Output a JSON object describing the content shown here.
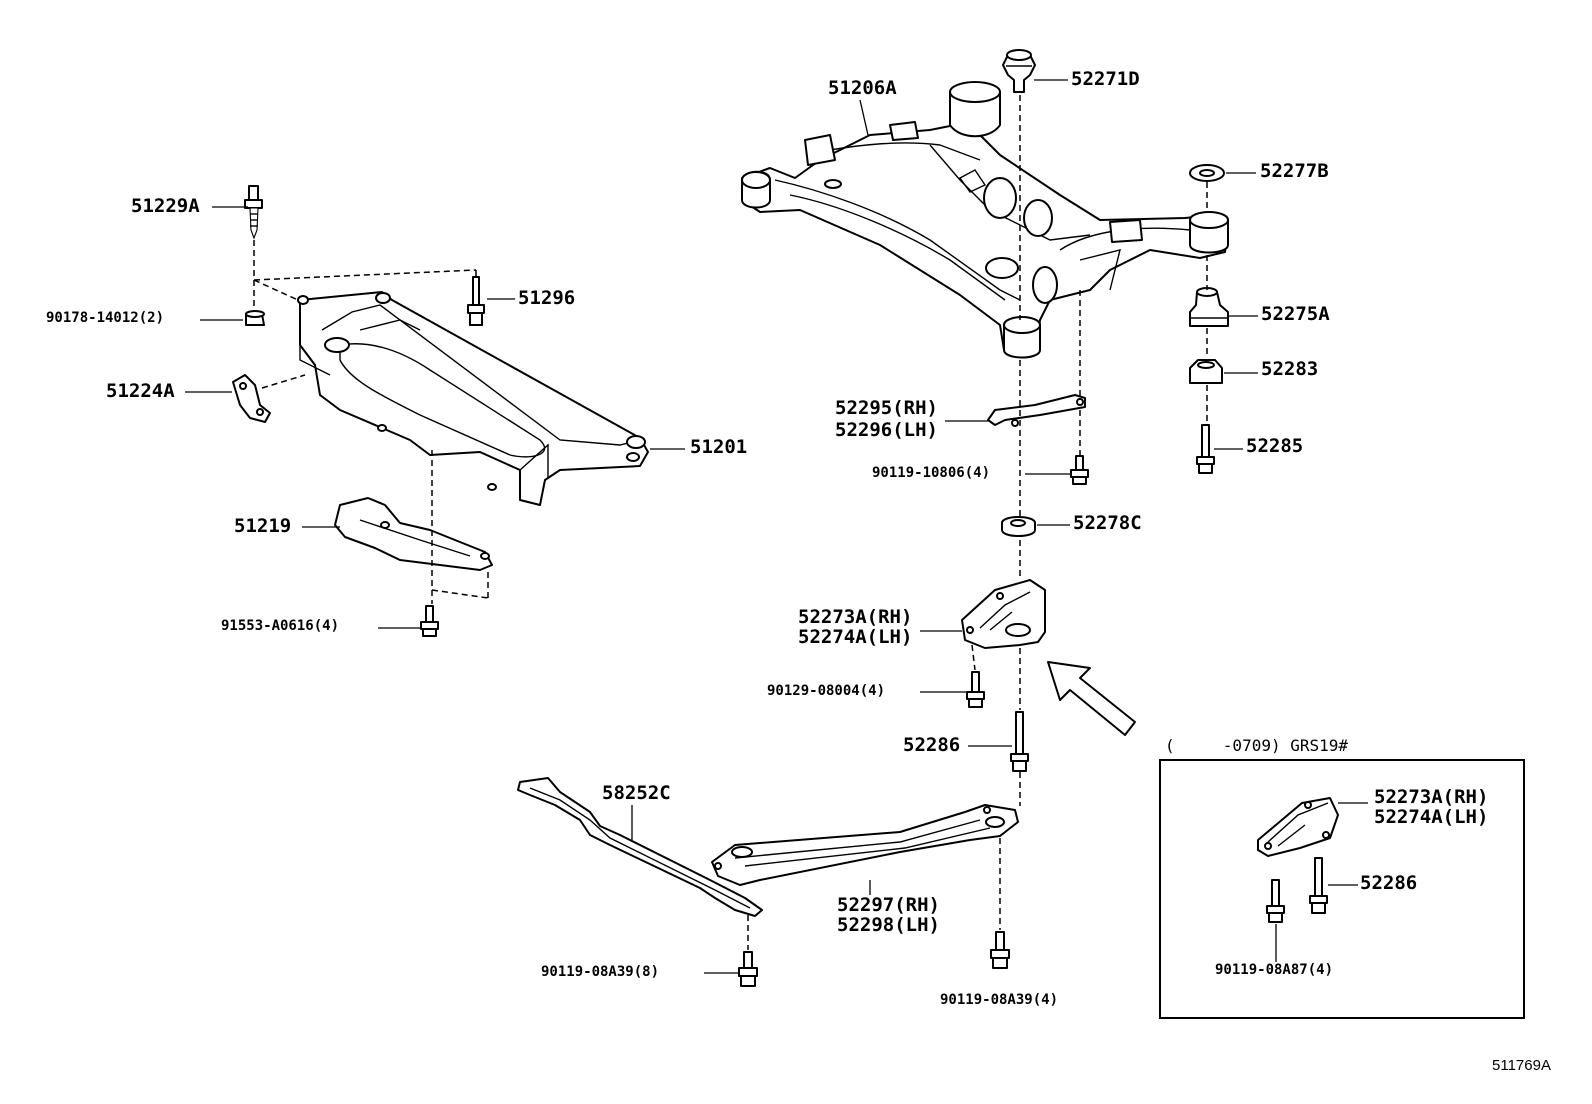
{
  "labels": {
    "p51229A": "51229A",
    "p90178": "90178-14012(2)",
    "p51296": "51296",
    "p51224A": "51224A",
    "p51201": "51201",
    "p51219": "51219",
    "p91553": "91553-A0616(4)",
    "p51206A": "51206A",
    "p52271D": "52271D",
    "p52277B": "52277B",
    "p52275A": "52275A",
    "p52283": "52283",
    "p52285": "52285",
    "p52295": "52295(RH)",
    "p52296": "52296(LH)",
    "p90119_10806": "90119-10806(4)",
    "p52278C": "52278C",
    "p52273A": "52273A(RH)",
    "p52274A": "52274A(LH)",
    "p90129": "90129-08004(4)",
    "p52286": "52286",
    "p58252C": "58252C",
    "p52297": "52297(RH)",
    "p52298": "52298(LH)",
    "p90119_08A39_8": "90119-08A39(8)",
    "p90119_08A39_4": "90119-08A39(4)"
  },
  "inset": {
    "caption": "(     -0709) GRS19#",
    "p52273A": "52273A(RH)",
    "p52274A": "52274A(LH)",
    "p52286": "52286",
    "p90119_08A87": "90119-08A87(4)"
  },
  "figure_id": "511769A"
}
